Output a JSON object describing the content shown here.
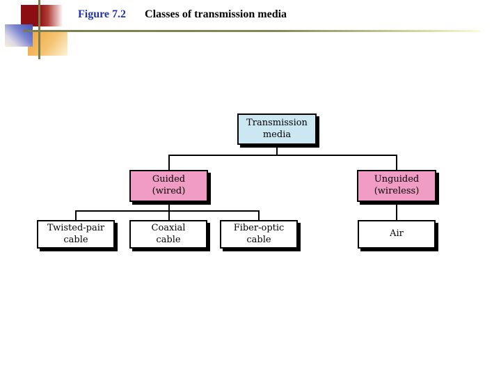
{
  "slide": {
    "figure_label": "Figure 7.2",
    "figure_title": "Classes of transmission media"
  },
  "tree": {
    "root": {
      "id": "transmission-media",
      "label": "Transmission\nmedia"
    },
    "branches": [
      {
        "id": "guided",
        "label": "Guided\n(wired)",
        "children": [
          {
            "id": "twisted-pair-cable",
            "label": "Twisted-pair\ncable"
          },
          {
            "id": "coaxial-cable",
            "label": "Coaxial\ncable"
          },
          {
            "id": "fiber-optic-cable",
            "label": "Fiber-optic\ncable"
          }
        ]
      },
      {
        "id": "unguided",
        "label": "Unguided\n(wireless)",
        "children": [
          {
            "id": "air",
            "label": "Air"
          }
        ]
      }
    ]
  },
  "colors": {
    "root_fill": "#cbe7f2",
    "branch_fill": "#f19cc4",
    "leaf_fill": "#ffffff",
    "connector": "#000000",
    "title_blue": "#2233aa",
    "accent_olive": "#7d7d4b",
    "accent_red": "#8d0e12",
    "accent_blue": "#3f51bd",
    "accent_orange": "#eea43e"
  }
}
